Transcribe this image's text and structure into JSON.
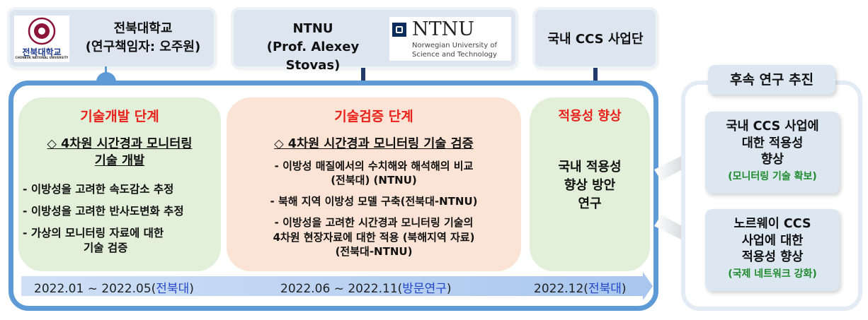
{
  "top": {
    "jbnu": {
      "logo_text": "전북대학교",
      "logo_sub": "CHONBUK NATIONAL UNIVERSITY",
      "line1": "전북대학교",
      "line2": "(연구책임자: 오주원)"
    },
    "ntnu": {
      "line1": "NTNU",
      "line2": "(Prof. Alexey Stovas)",
      "logo_text": "NTNU",
      "logo_sub1": "Norwegian University of",
      "logo_sub2": "Science and Technology"
    },
    "ccs": {
      "label": "국내 CCS 사업단"
    }
  },
  "stages": {
    "dev": {
      "title": "기술개발 단계",
      "heading1": "◇ 4차원 시간경과 모니터링",
      "heading2": "기술 개발",
      "bullets": [
        "- 이방성을 고려한 속도감소 추정",
        "- 이방성을 고려한 반사도변화 추정",
        "- 가상의 모니터링 자료에 대한",
        "기술 검증"
      ]
    },
    "verify": {
      "title": "기술검증 단계",
      "heading": "◇ 4차원 시간경과 모니터링 기술 검증",
      "b1a": "-  이방성 매질에서의 수치해와 해석해의 비교",
      "b1b": "(전북대)  (NTNU)",
      "b2": "-  북해 지역 이방성 모델 구축(전북대-NTNU)",
      "b3a": "-  이방성을 고려한 시간경과 모니터링 기술의",
      "b3b": "4차원 현장자료에 대한 적용 (북해지역 자료)",
      "b3c": "(전북대-NTNU)"
    },
    "apply": {
      "title": "적용성 향상",
      "l1": "국내 적용성",
      "l2": "향상 방안",
      "l3": "연구"
    }
  },
  "timeline": {
    "t1_date": "2022.01 ~ 2022.05(",
    "t1_org": "전북대",
    "t1_end": ")",
    "t2_date": "2022.06 ~ 2022.11(",
    "t2_org": "방문연구",
    "t2_end": ")",
    "t3_date": "2022.12(",
    "t3_org": "전북대",
    "t3_end": ")"
  },
  "followup": {
    "title": "후속 연구 추진",
    "box1": {
      "l1": "국내 CCS 사업에",
      "l2": "대한 적용성",
      "l3": "향상",
      "sub": "(모니터링 기술 확보)"
    },
    "box2": {
      "l1": "노르웨이 CCS",
      "l2": "사업에 대한",
      "l3": "적용성 향상",
      "sub": "(국제 네트워크 강화)"
    }
  },
  "colors": {
    "frame": "#5e9ad6",
    "dev_bg": "#e2efd9",
    "verify_bg": "#fbe4d5",
    "red": "#e8221b",
    "green": "#1e8a2c",
    "blue": "#2247c8"
  }
}
